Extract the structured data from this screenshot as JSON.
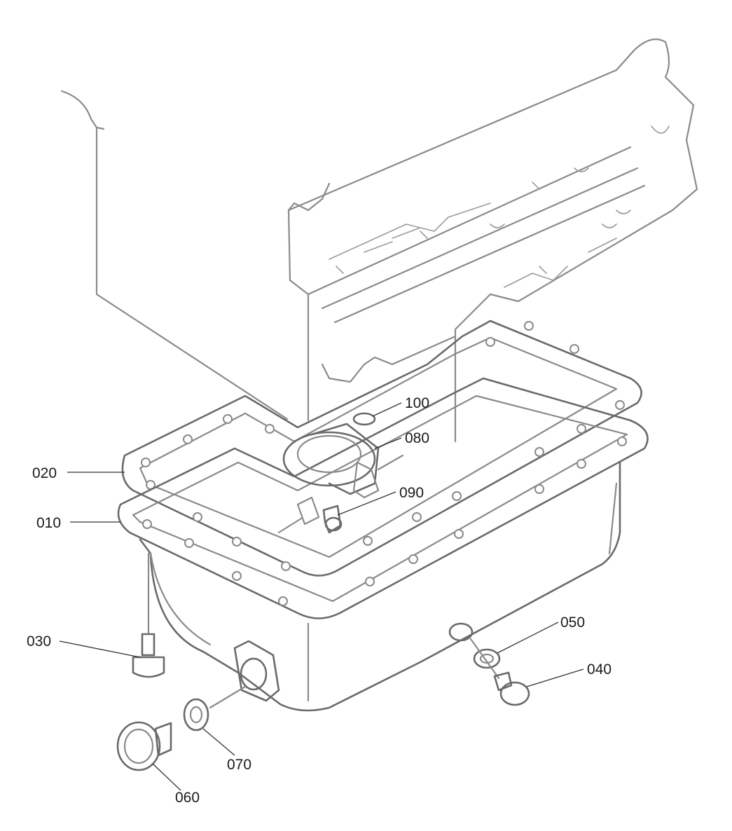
{
  "diagram": {
    "callouts": [
      {
        "id": "c020",
        "label": "020"
      },
      {
        "id": "c010",
        "label": "010"
      },
      {
        "id": "c100",
        "label": "100"
      },
      {
        "id": "c080",
        "label": "080"
      },
      {
        "id": "c090",
        "label": "090"
      },
      {
        "id": "c030",
        "label": "030"
      },
      {
        "id": "c050",
        "label": "050"
      },
      {
        "id": "c040",
        "label": "040"
      },
      {
        "id": "c070",
        "label": "070"
      },
      {
        "id": "c060",
        "label": "060"
      }
    ]
  }
}
